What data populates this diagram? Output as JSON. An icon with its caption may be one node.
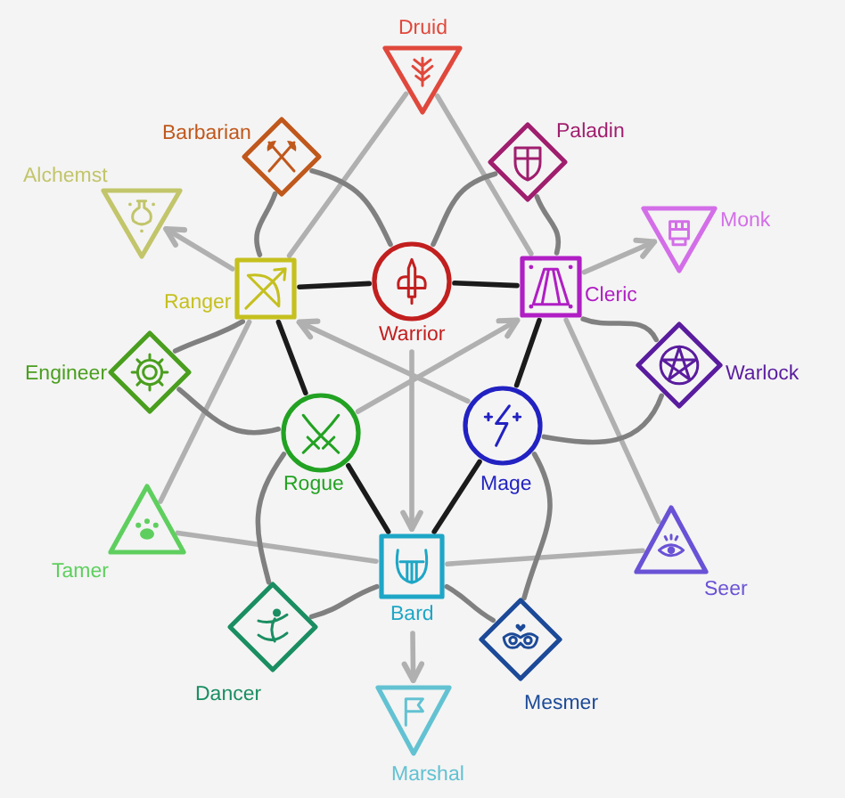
{
  "diagram": {
    "nodes": [
      {
        "text": [
          "Druid"
        ]
      },
      {
        "text": [
          "Barbarian"
        ]
      },
      {
        "text": [
          "Paladin"
        ]
      },
      {
        "text": [
          "Alchemst"
        ]
      },
      {
        "text": [
          "Ranger"
        ]
      },
      {
        "text": [
          "Warrior"
        ]
      },
      {
        "text": [
          "Cleric"
        ]
      },
      {
        "text": [
          "Monk"
        ]
      },
      {
        "text": [
          "Warlock"
        ]
      },
      {
        "text": [
          "Engineer"
        ]
      },
      {
        "text": [
          "Rogue"
        ]
      },
      {
        "text": [
          "Mage"
        ]
      },
      {
        "text": [
          "Tamer"
        ]
      },
      {
        "text": [
          "Seer"
        ]
      },
      {
        "text": [
          "Bard"
        ]
      },
      {
        "text": [
          "Dancer"
        ]
      },
      {
        "text": [
          "Mesmer"
        ]
      },
      {
        "text": [
          "Marshal"
        ]
      }
    ],
    "edges": [
      {
        "from": 4,
        "to": 5,
        "arrow": "none",
        "color": "#1b1b1b"
      },
      {
        "from": 5,
        "to": 6,
        "arrow": "none",
        "color": "#1b1b1b"
      },
      {
        "from": 6,
        "to": 11,
        "arrow": "none",
        "color": "#1b1b1b"
      },
      {
        "from": 11,
        "to": 14,
        "arrow": "none",
        "color": "#1b1b1b"
      },
      {
        "from": 14,
        "to": 10,
        "arrow": "none",
        "color": "#1b1b1b"
      },
      {
        "from": 10,
        "to": 4,
        "arrow": "none",
        "color": "#1b1b1b"
      },
      {
        "from": 4,
        "to": 3,
        "arrow": "to",
        "color": "#b0b0b0"
      },
      {
        "from": 6,
        "to": 7,
        "arrow": "to",
        "color": "#b0b0b0"
      },
      {
        "from": 14,
        "to": 17,
        "arrow": "to",
        "color": "#b0b0b0"
      },
      {
        "from": 5,
        "to": 14,
        "arrow": "to",
        "color": "#b0b0b0"
      },
      {
        "from": 10,
        "to": 6,
        "arrow": "to",
        "color": "#b0b0b0"
      },
      {
        "from": 11,
        "to": 4,
        "arrow": "to",
        "color": "#b0b0b0"
      },
      {
        "from": 0,
        "to": 4,
        "arrow": "none",
        "color": "#b0b0b0"
      },
      {
        "from": 0,
        "to": 6,
        "arrow": "none",
        "color": "#b0b0b0"
      },
      {
        "from": 12,
        "to": 4,
        "arrow": "none",
        "color": "#b0b0b0"
      },
      {
        "from": 12,
        "to": 14,
        "arrow": "none",
        "color": "#b0b0b0"
      },
      {
        "from": 13,
        "to": 6,
        "arrow": "none",
        "color": "#b0b0b0"
      },
      {
        "from": 13,
        "to": 14,
        "arrow": "none",
        "color": "#b0b0b0"
      },
      {
        "from": 1,
        "to": 4,
        "arrow": "none"
      },
      {
        "from": 1,
        "to": 5,
        "arrow": "none"
      },
      {
        "from": 2,
        "to": 5,
        "arrow": "none"
      },
      {
        "from": 2,
        "to": 6,
        "arrow": "none"
      },
      {
        "from": 8,
        "to": 6,
        "arrow": "none"
      },
      {
        "from": 8,
        "to": 11,
        "arrow": "none"
      },
      {
        "from": 16,
        "to": 11,
        "arrow": "none"
      },
      {
        "from": 16,
        "to": 14,
        "arrow": "none"
      },
      {
        "from": 15,
        "to": 14,
        "arrow": "none"
      },
      {
        "from": 15,
        "to": 10,
        "arrow": "none"
      },
      {
        "from": 9,
        "to": 10,
        "arrow": "none"
      },
      {
        "from": 9,
        "to": 4,
        "arrow": "none"
      }
    ]
  }
}
